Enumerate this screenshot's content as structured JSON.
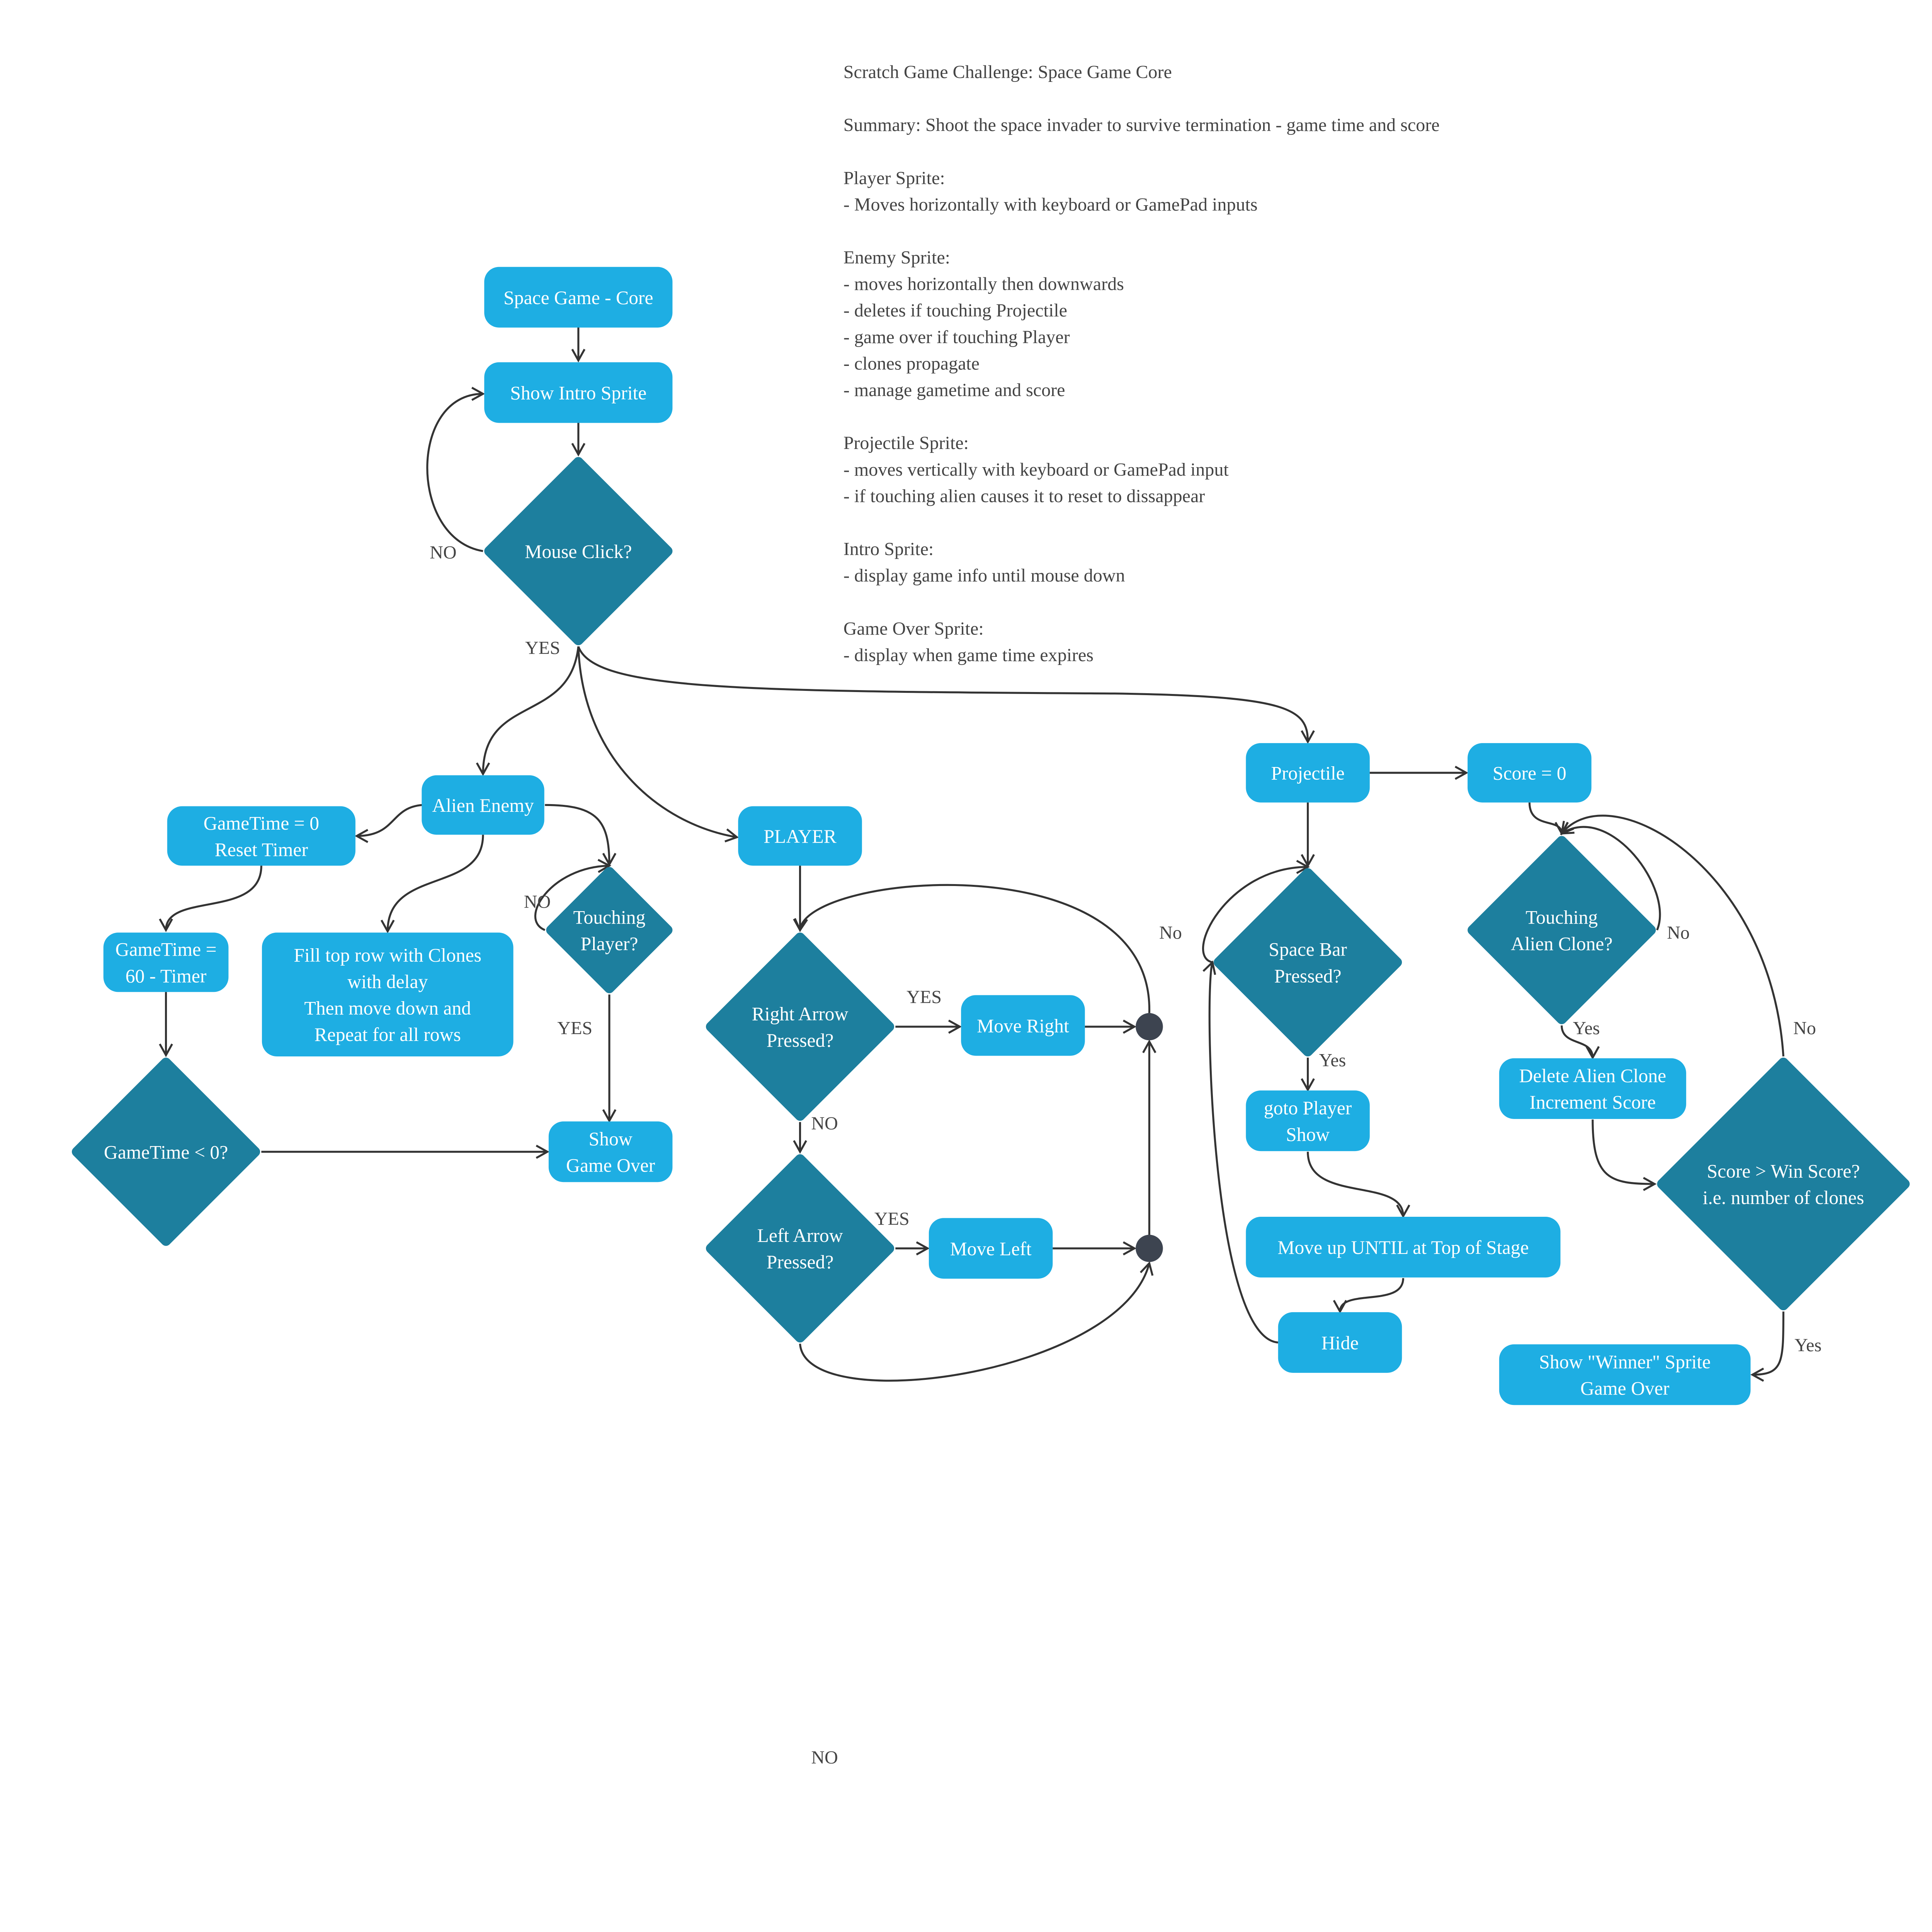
{
  "notes": {
    "lines": [
      "Scratch Game Challenge: Space Game Core",
      "",
      "Summary: Shoot the space invader to survive termination - game time and score",
      "",
      "Player Sprite:",
      "- Moves horizontally with keyboard or GamePad inputs",
      "",
      "Enemy Sprite:",
      "- moves horizontally then downwards",
      "- deletes if touching Projectile",
      "- game over if touching Player",
      "- clones propagate",
      "- manage gametime and score",
      "",
      "Projectile Sprite:",
      "- moves vertically with keyboard or GamePad input",
      "- if touching alien causes it to reset to dissappear",
      "",
      "Intro Sprite:",
      "- display game info until mouse down",
      "",
      "Game Over Sprite:",
      "- display when game time expires"
    ]
  },
  "nodes": {
    "start": [
      "Space Game - Core"
    ],
    "intro": [
      "Show Intro Sprite"
    ],
    "mouse": [
      "Mouse Click?"
    ],
    "alien": [
      "Alien Enemy"
    ],
    "gt0": [
      "GameTime = 0",
      "Reset Timer"
    ],
    "player": [
      "PLAYER"
    ],
    "projectile": [
      "Projectile"
    ],
    "score0": [
      "Score = 0"
    ],
    "touchPlayer": [
      "Touching",
      "Player?"
    ],
    "fill": [
      "Fill top row with Clones",
      "with delay",
      "Then move down and",
      "Repeat for all rows"
    ],
    "gt60": [
      "GameTime =",
      "60 - Timer"
    ],
    "gtlt0": [
      "GameTime < 0?"
    ],
    "gameOver": [
      "Show",
      "Game Over"
    ],
    "right": [
      "Right Arrow",
      "Pressed?"
    ],
    "moveRight": [
      "Move Right"
    ],
    "left": [
      "Left Arrow",
      "Pressed?"
    ],
    "moveLeft": [
      "Move Left"
    ],
    "space": [
      "Space Bar",
      "Pressed?"
    ],
    "goto": [
      "goto Player",
      "Show"
    ],
    "moveUp": [
      "Move up UNTIL at Top of Stage"
    ],
    "hide": [
      "Hide"
    ],
    "touchAlien": [
      "Touching",
      "Alien Clone?"
    ],
    "deleteAlien": [
      "Delete Alien Clone",
      "Increment Score"
    ],
    "win": [
      "Score > Win Score?",
      "i.e. number of clones"
    ],
    "winner": [
      "Show \"Winner\" Sprite",
      "Game Over"
    ]
  },
  "labels": {
    "mouse_no": "NO",
    "mouse_yes": "YES",
    "touch_no": "NO",
    "touch_yes": "YES",
    "right_yes": "YES",
    "right_no": "NO",
    "left_yes": "YES",
    "space_no": "No",
    "space_yes": "Yes",
    "alien_no": "No",
    "alien_yes": "Yes",
    "win_no": "No",
    "win_yes": "Yes",
    "stray_no": "NO"
  },
  "colors": {
    "process": "#1eaee3",
    "decision": "#1d7f9e",
    "connector": "#333333",
    "junction": "#3d4450"
  }
}
